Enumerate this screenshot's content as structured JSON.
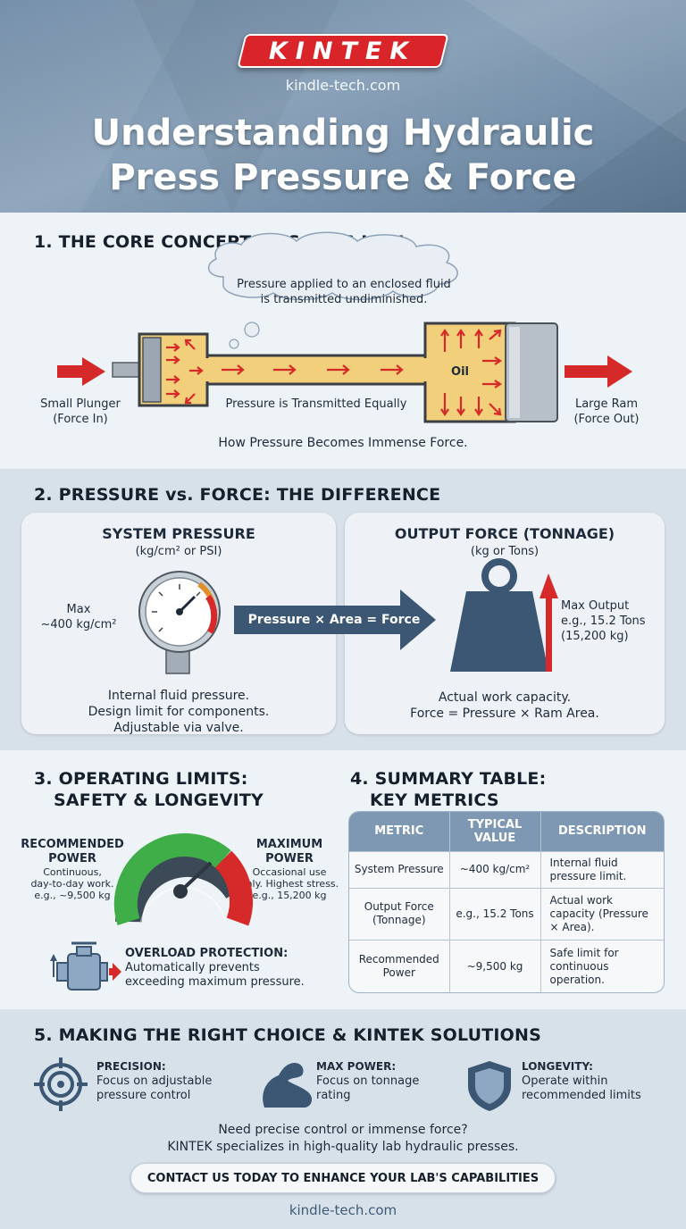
{
  "header": {
    "brand": "KINTEK",
    "site": "kindle-tech.com",
    "title_line1": "Understanding Hydraulic",
    "title_line2": "Press Pressure & Force"
  },
  "section1": {
    "title": "1. THE CORE CONCEPT: PASCAL'S LAW",
    "cloud_line1": "Pressure applied to an enclosed fluid",
    "cloud_line2": "is transmitted undiminished.",
    "plunger_line1": "Small Plunger",
    "plunger_line2": "(Force In)",
    "pipe_label": "Pressure is Transmitted Equally",
    "oil_label": "Oil",
    "ram_line1": "Large Ram",
    "ram_line2": "(Force Out)",
    "caption": "How Pressure Becomes Immense Force."
  },
  "section2": {
    "title": "2. PRESSURE vs. FORCE: THE DIFFERENCE",
    "left": {
      "title": "SYSTEM PRESSURE",
      "subtitle": "(kg/cm² or PSI)",
      "max_line1": "Max",
      "max_line2": "~400 kg/cm²",
      "desc_line1": "Internal fluid pressure.",
      "desc_line2": "Design limit for components.",
      "desc_line3": "Adjustable via valve."
    },
    "arrow_label": "Pressure × Area = Force",
    "right": {
      "title": "OUTPUT FORCE (TONNAGE)",
      "subtitle": "(kg or Tons)",
      "max_line1": "Max Output",
      "max_line2": "e.g., 15.2 Tons",
      "max_line3": "(15,200 kg)",
      "desc_line1": "Actual work capacity.",
      "desc_line2": "Force = Pressure × Ram Area."
    }
  },
  "section3": {
    "title_line1": "3. OPERATING LIMITS:",
    "title_line2": "SAFETY & LONGEVITY",
    "rec_title_line1": "RECOMMENDED",
    "rec_title_line2": "POWER",
    "rec_line1": "Continuous,",
    "rec_line2": "day-to-day work.",
    "rec_line3": "e.g., ~9,500 kg",
    "max_title_line1": "MAXIMUM",
    "max_title_line2": "POWER",
    "max_line1": "Occasional use",
    "max_line2": "only. Highest stress.",
    "max_line3": "e.g., 15,200 kg",
    "overload_title": "OVERLOAD PROTECTION:",
    "overload_line1": "Automatically prevents",
    "overload_line2": "exceeding maximum pressure."
  },
  "section4": {
    "title_line1": "4. SUMMARY TABLE:",
    "title_line2": "KEY METRICS",
    "headers": [
      "METRIC",
      "TYPICAL VALUE",
      "DESCRIPTION"
    ],
    "rows": [
      {
        "metric": "System Pressure",
        "value": "~400 kg/cm²",
        "desc": "Internal fluid pressure limit."
      },
      {
        "metric": "Output Force (Tonnage)",
        "value": "e.g., 15.2 Tons",
        "desc": "Actual work capacity (Pressure × Area)."
      },
      {
        "metric": "Recommended Power",
        "value": "~9,500 kg",
        "desc": "Safe limit for continuous operation."
      }
    ]
  },
  "section5": {
    "title": "5. MAKING THE RIGHT CHOICE & KINTEK SOLUTIONS",
    "features": [
      {
        "title": "PRECISION:",
        "line1": "Focus on adjustable",
        "line2": "pressure control",
        "icon": "target-icon"
      },
      {
        "title": "MAX POWER:",
        "line1": "Focus on tonnage",
        "line2": "rating",
        "icon": "flexed-arm-icon"
      },
      {
        "title": "LONGEVITY:",
        "line1": "Operate within",
        "line2": "recommended limits",
        "icon": "shield-icon"
      }
    ],
    "cta_line1": "Need precise control or immense force?",
    "cta_line2": "KINTEK specializes in high-quality lab hydraulic presses.",
    "cta_button": "CONTACT US TODAY TO ENHANCE YOUR LAB'S CAPABILITIES"
  },
  "footer": {
    "site": "kindle-tech.com"
  },
  "colors": {
    "brand_red": "#d9242a",
    "arrow_red": "#d62a2a",
    "slate": "#3c5774",
    "oil": "#f2cf7a"
  }
}
